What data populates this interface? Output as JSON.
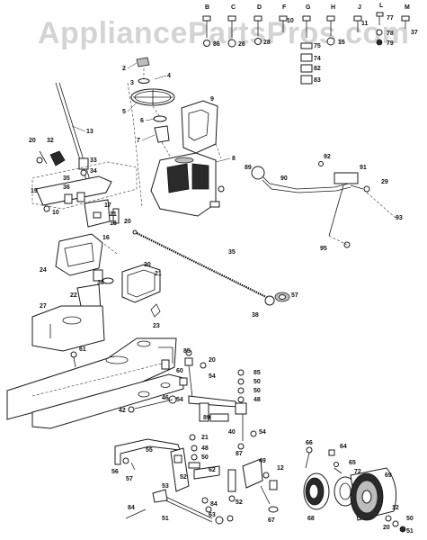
{
  "watermark": "AppliancePartsPros.com",
  "hardware_letters": [
    "B",
    "C",
    "D",
    "F",
    "G",
    "H",
    "J",
    "L",
    "M"
  ],
  "hardware_numbers": [
    "86",
    "26",
    "28",
    "10",
    "75",
    "15",
    "11",
    "77",
    "78",
    "79",
    "37",
    "82",
    "74",
    "83"
  ],
  "callouts": {
    "c2": "2",
    "c3": "3",
    "c4": "4",
    "c5": "5",
    "c6": "6",
    "c7": "7",
    "c8": "8",
    "c9": "9",
    "c13": "13",
    "c20a": "20",
    "c32": "32",
    "c33": "33",
    "c34": "34",
    "c35a": "35",
    "c36": "36",
    "c19": "19",
    "c10": "10",
    "c17": "17",
    "c21a": "21",
    "c18": "18",
    "c16": "16",
    "c20b": "20",
    "c89": "89",
    "c90": "90",
    "c92": "92",
    "c91": "91",
    "c29": "29",
    "c93": "93",
    "c95": "95",
    "c35b": "35",
    "c24": "24",
    "c30": "30",
    "c21b": "21",
    "c38": "38",
    "c22": "22",
    "c23": "23",
    "c57a": "57",
    "c38b": "38",
    "c27": "27",
    "c61": "61",
    "c85": "85",
    "c20c": "20",
    "c60": "60",
    "c54a": "54",
    "c46": "46",
    "c42": "42",
    "c54b": "54",
    "c85b": "85",
    "c50a": "50",
    "c50b": "50",
    "c48a": "48",
    "c89b": "89",
    "c40": "40",
    "c21c": "21",
    "c48b": "48",
    "c50c": "50",
    "c55": "55",
    "c52a": "52",
    "c54c": "54",
    "c56": "56",
    "c57b": "57",
    "c53": "53",
    "c62": "62",
    "c66": "66",
    "c64": "64",
    "c65": "65",
    "c49": "49",
    "c12a": "12",
    "c72": "72",
    "c69": "69",
    "c51": "51",
    "c87": "87",
    "c84a": "84",
    "c84b": "84",
    "c63": "63",
    "c52b": "52",
    "c67": "67",
    "c68": "68",
    "c12b": "12",
    "c20d": "20",
    "c50d": "50",
    "c51b": "51"
  }
}
